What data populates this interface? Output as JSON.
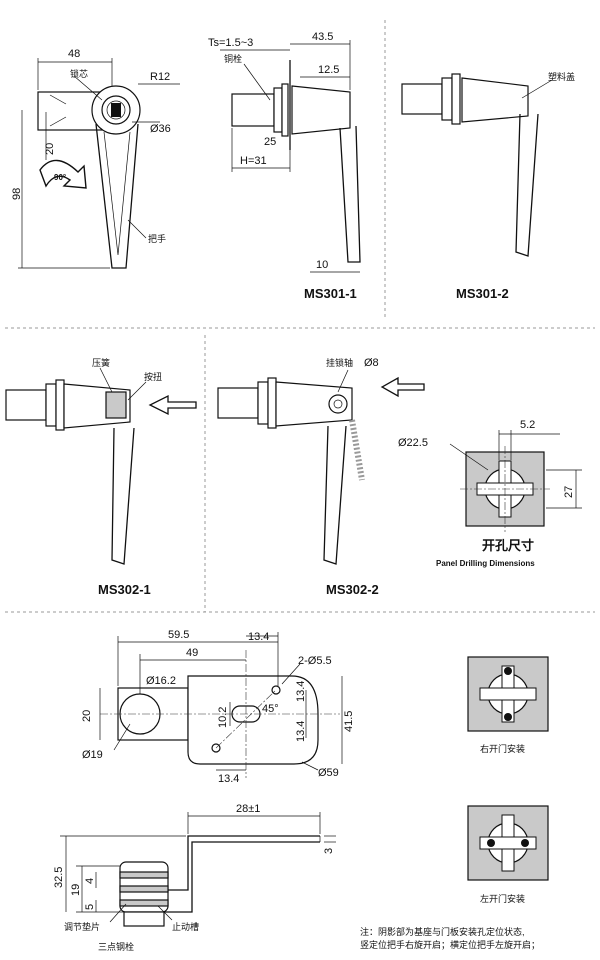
{
  "top_left": {
    "width": "48",
    "radius": "R12",
    "diameter": "Ø36",
    "offset": "20",
    "height": "98",
    "rotation": "90°",
    "lock_core": "锁芯",
    "handle": "把手"
  },
  "ms301_1": {
    "ts": "Ts=1.5~3",
    "dim_43_5": "43.5",
    "dim_12_5": "12.5",
    "dim_25": "25",
    "h": "H=31",
    "dim_10": "10",
    "copper_bolt": "铜栓",
    "caption": "MS301-1"
  },
  "ms301_2": {
    "plastic_cover": "塑料盖",
    "caption": "MS301-2"
  },
  "ms302_1": {
    "spring": "压簧",
    "button": "按扭",
    "caption": "MS302-1"
  },
  "ms302_2": {
    "hanging_shaft": "挂锁轴",
    "diameter": "Ø8",
    "caption": "MS302-2"
  },
  "panel": {
    "diameter": "Ø22.5",
    "dim_5_2": "5.2",
    "dim_27": "27",
    "title_cn": "开孔尺寸",
    "title_en": "Panel Drilling Dimensions"
  },
  "cam": {
    "dim_59_5": "59.5",
    "dim_13_4_top": "13.4",
    "dim_49": "49",
    "holes": "2-Ø5.5",
    "dim_16_2": "Ø16.2",
    "dim_20": "20",
    "dim_10_2": "10.2",
    "angle": "45°",
    "dim_13_4_v1": "13.4",
    "dim_13_4_v2": "13.4",
    "dim_41_5": "41.5",
    "dim_19": "Ø19",
    "dim_13_4_bottom": "13.4",
    "dim_59": "Ø59"
  },
  "side": {
    "dim_28": "28±1",
    "dim_3": "3",
    "dim_32_5": "32.5",
    "dim_19": "19",
    "dim_4": "4",
    "dim_5": "5",
    "washer": "调节垫片",
    "stop_groove": "止动槽",
    "three_point": "三点钢栓"
  },
  "install": {
    "right": "右开门安装",
    "left": "左开门安装"
  },
  "note": {
    "line1": "注：阴影部为基座与门板安装孔定位状态,",
    "line2": "竖定位把手右旋开启；横定位把手左旋开启；"
  }
}
